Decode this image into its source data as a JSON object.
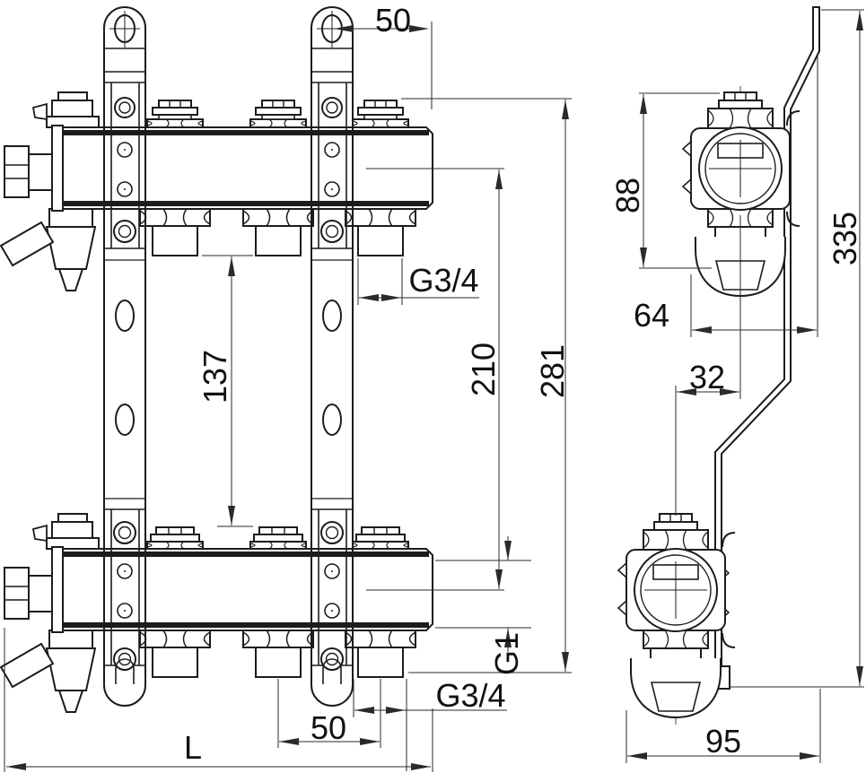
{
  "drawing": {
    "type": "technical-dimension-drawing",
    "subject": "floor-heating manifold with mounting brackets, front and side views",
    "background_color": "#ffffff",
    "line_color": "#1c1c1c",
    "views": {
      "front": {
        "dimensions": {
          "bracket_hole_to_end": "50",
          "top_outlet_thread": "G3/4",
          "inter_manifold_gap": "137",
          "axis_spacing": "210",
          "overall_height": "281",
          "main_port_thread": "G1",
          "bottom_outlet_thread": "G3/4",
          "outlet_spacing": "50",
          "overall_length": "L"
        }
      },
      "side": {
        "dimensions": {
          "valve_assembly_height": "88",
          "bracket_height": "335",
          "wall_to_valve_face": "64",
          "axis_offset": "32",
          "overall_depth": "95"
        }
      }
    }
  }
}
